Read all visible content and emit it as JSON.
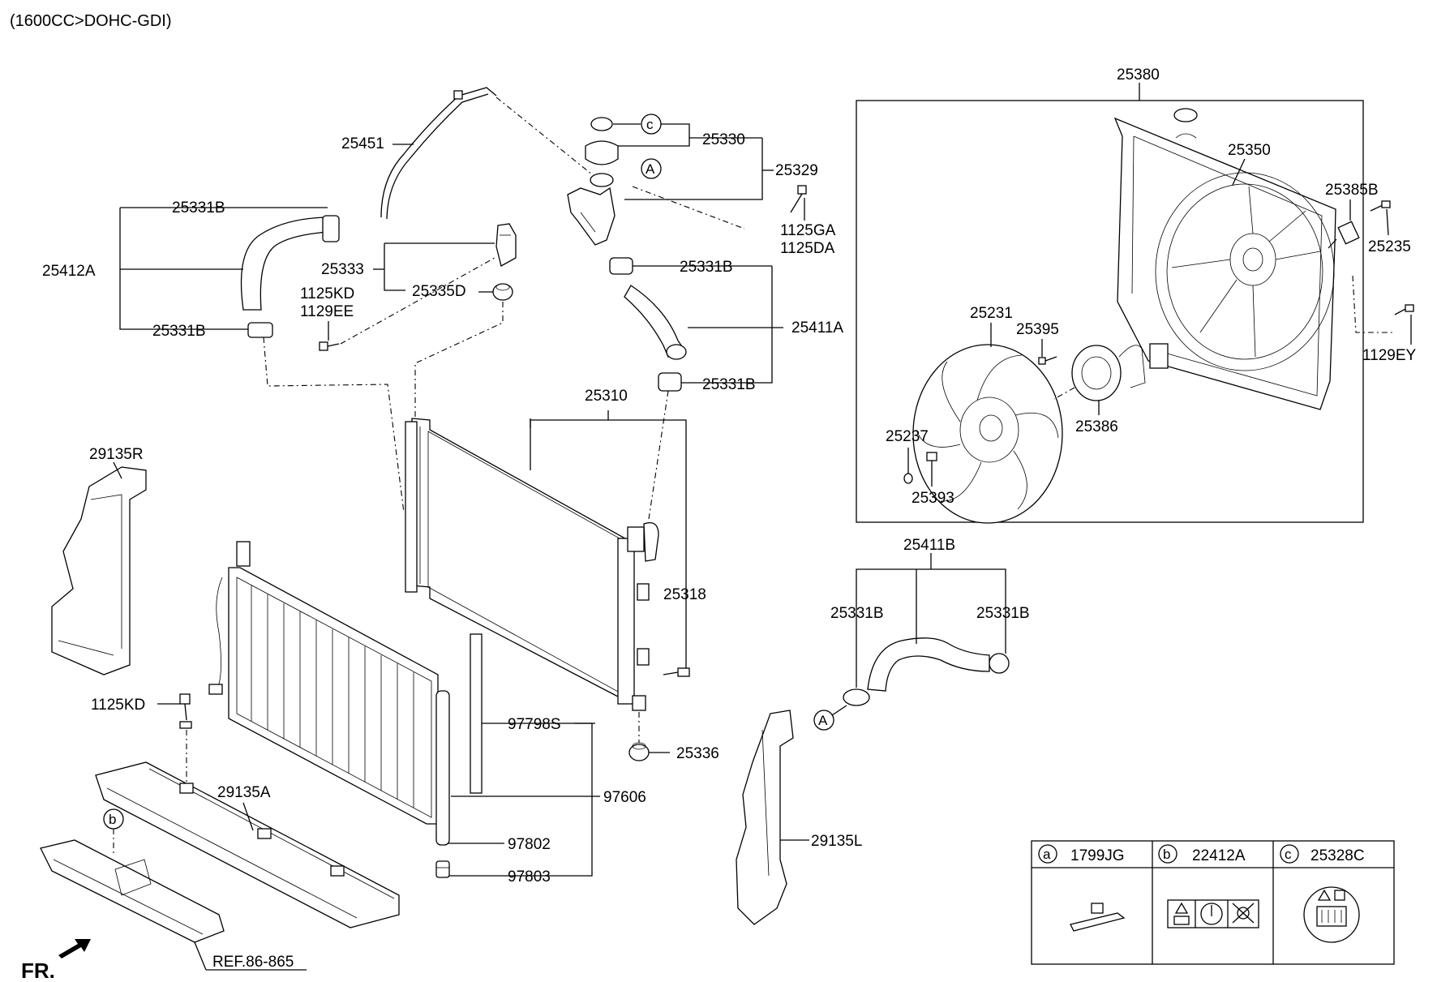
{
  "header": {
    "engine": "(1600CC>DOHC-GDI)"
  },
  "orientation": {
    "label": "FR."
  },
  "reference": {
    "label": "REF.86-865"
  },
  "callouts": {
    "A": "A",
    "b": "b",
    "c": "c"
  },
  "labels": {
    "p25451": "25451",
    "p25330": "25330",
    "p25329": "25329",
    "p1125GA": "1125GA",
    "p1125DA": "1125DA",
    "p25331B_1": "25331B",
    "p25412A": "25412A",
    "p25333": "25333",
    "p1125KD_1": "1125KD",
    "p1129EE": "1129EE",
    "p25335D": "25335D",
    "p25331B_2": "25331B",
    "p25331B_3": "25331B",
    "p25411A": "25411A",
    "p25331B_4": "25331B",
    "p25310": "25310",
    "p25318": "25318",
    "p29135R": "29135R",
    "p1125KD_2": "1125KD",
    "p29135A": "29135A",
    "p97798S": "97798S",
    "p97606": "97606",
    "p97802": "97802",
    "p97803": "97803",
    "p25336": "25336",
    "p25380": "25380",
    "p25350": "25350",
    "p25385B": "25385B",
    "p25235": "25235",
    "p1129EY": "1129EY",
    "p25231": "25231",
    "p25395": "25395",
    "p25386": "25386",
    "p25237": "25237",
    "p25393": "25393",
    "p25411B": "25411B",
    "p25331B_5": "25331B",
    "p25331B_6": "25331B",
    "p29135L": "29135L"
  },
  "legend": {
    "items": [
      {
        "letter": "a",
        "part": "1799JG"
      },
      {
        "letter": "b",
        "part": "22412A"
      },
      {
        "letter": "c",
        "part": "25328C"
      }
    ]
  }
}
